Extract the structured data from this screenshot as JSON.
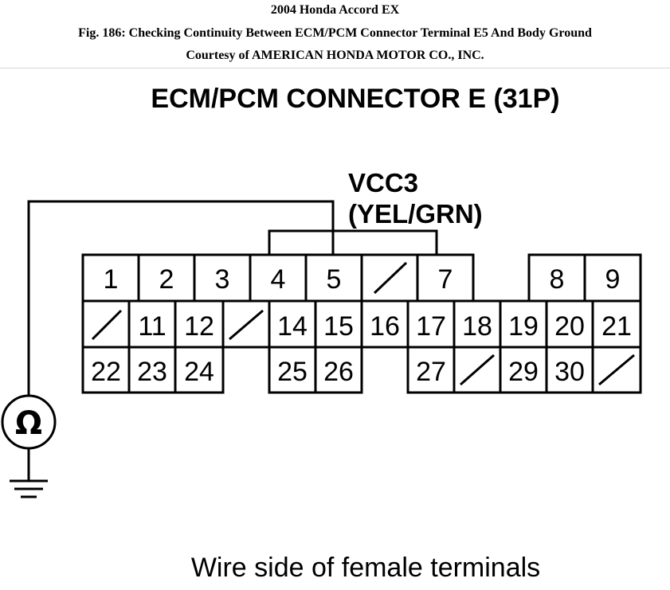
{
  "header": {
    "line1": "2004 Honda Accord EX",
    "line2": "Fig. 186: Checking Continuity Between ECM/PCM Connector Terminal E5 And Body Ground",
    "line3": "Courtesy of AMERICAN HONDA MOTOR CO., INC."
  },
  "diagram": {
    "title": "ECM/PCM CONNECTOR E (31P)",
    "wire_label_1": "VCC3",
    "wire_label_2": "(YEL/GRN)",
    "meter_symbol": "Ω",
    "caption": "Wire side of female terminals",
    "rows": [
      [
        "1",
        "2",
        "3",
        "4",
        "5",
        "",
        "7",
        "",
        "8",
        "9"
      ],
      [
        "",
        "11",
        "12",
        "",
        "14",
        "15",
        "16",
        "17",
        "18",
        "19",
        "20",
        "21"
      ],
      [
        "22",
        "23",
        "24",
        "25",
        "26",
        "27",
        "",
        "29",
        "30",
        ""
      ]
    ],
    "line_color": "#000000"
  }
}
